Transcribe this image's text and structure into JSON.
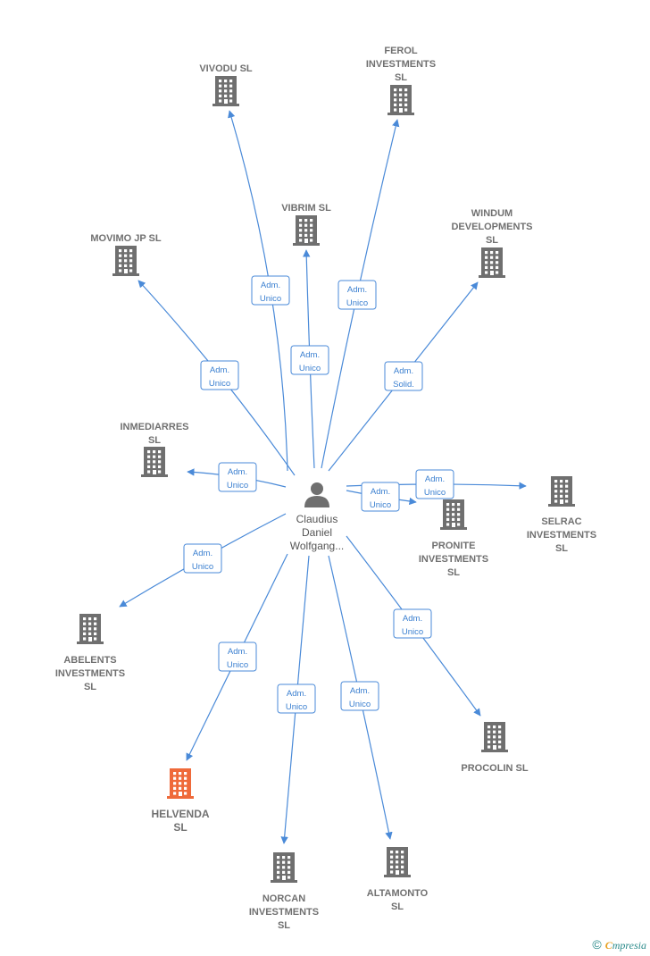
{
  "colors": {
    "edge": "#4a8ad8",
    "building": "#6f6f6f",
    "building_highlight": "#ef6a3a",
    "person": "#6f6f6f",
    "label": "#707070",
    "edge_label": "#3a7fd0"
  },
  "center": {
    "icon": "person-icon",
    "lines": [
      "Claudius",
      "Daniel",
      "Wolfgang..."
    ]
  },
  "companies": [
    {
      "id": "vivodu",
      "lines": [
        "VIVODU  SL"
      ]
    },
    {
      "id": "ferol",
      "lines": [
        "FEROL",
        "INVESTMENTS",
        "SL"
      ]
    },
    {
      "id": "vibrim",
      "lines": [
        "VIBRIM  SL"
      ]
    },
    {
      "id": "movimo",
      "lines": [
        "MOVIMO JP  SL"
      ]
    },
    {
      "id": "windum",
      "lines": [
        "WINDUM",
        "DEVELOPMENTS",
        "SL"
      ]
    },
    {
      "id": "inmediarres",
      "lines": [
        "INMEDIARRES",
        "SL"
      ]
    },
    {
      "id": "selrac",
      "lines": [
        "SELRAC",
        "INVESTMENTS",
        "SL"
      ]
    },
    {
      "id": "pronite",
      "lines": [
        "PRONITE",
        "INVESTMENTS",
        "SL"
      ]
    },
    {
      "id": "abelents",
      "lines": [
        "ABELENTS",
        "INVESTMENTS",
        "SL"
      ]
    },
    {
      "id": "procolin",
      "lines": [
        "PROCOLIN  SL"
      ]
    },
    {
      "id": "helvenda",
      "lines": [
        "HELVENDA",
        "SL"
      ],
      "highlight": true
    },
    {
      "id": "norcan",
      "lines": [
        "NORCAN",
        "INVESTMENTS",
        "SL"
      ]
    },
    {
      "id": "altamonto",
      "lines": [
        "ALTAMONTO",
        "SL"
      ]
    }
  ],
  "edges": [
    {
      "to": "vivodu",
      "label": [
        "Adm.",
        "Unico"
      ]
    },
    {
      "to": "ferol",
      "label": [
        "Adm.",
        "Unico"
      ]
    },
    {
      "to": "vibrim",
      "label": [
        "Adm.",
        "Unico"
      ]
    },
    {
      "to": "movimo",
      "label": [
        "Adm.",
        "Unico"
      ]
    },
    {
      "to": "windum",
      "label": [
        "Adm.",
        "Solid."
      ]
    },
    {
      "to": "inmediarres",
      "label": [
        "Adm.",
        "Unico"
      ]
    },
    {
      "to": "selrac",
      "label": [
        "Adm.",
        "Unico"
      ]
    },
    {
      "to": "pronite",
      "label": [
        "Adm.",
        "Unico"
      ]
    },
    {
      "to": "abelents",
      "label": [
        "Adm.",
        "Unico"
      ]
    },
    {
      "to": "procolin",
      "label": [
        "Adm.",
        "Unico"
      ]
    },
    {
      "to": "helvenda",
      "label": [
        "Adm.",
        "Unico"
      ]
    },
    {
      "to": "norcan",
      "label": [
        "Adm.",
        "Unico"
      ]
    },
    {
      "to": "altamonto",
      "label": [
        "Adm.",
        "Unico"
      ]
    }
  ],
  "footer": {
    "copyright": "©",
    "brand_first": "C",
    "brand_rest": "mpresia"
  }
}
